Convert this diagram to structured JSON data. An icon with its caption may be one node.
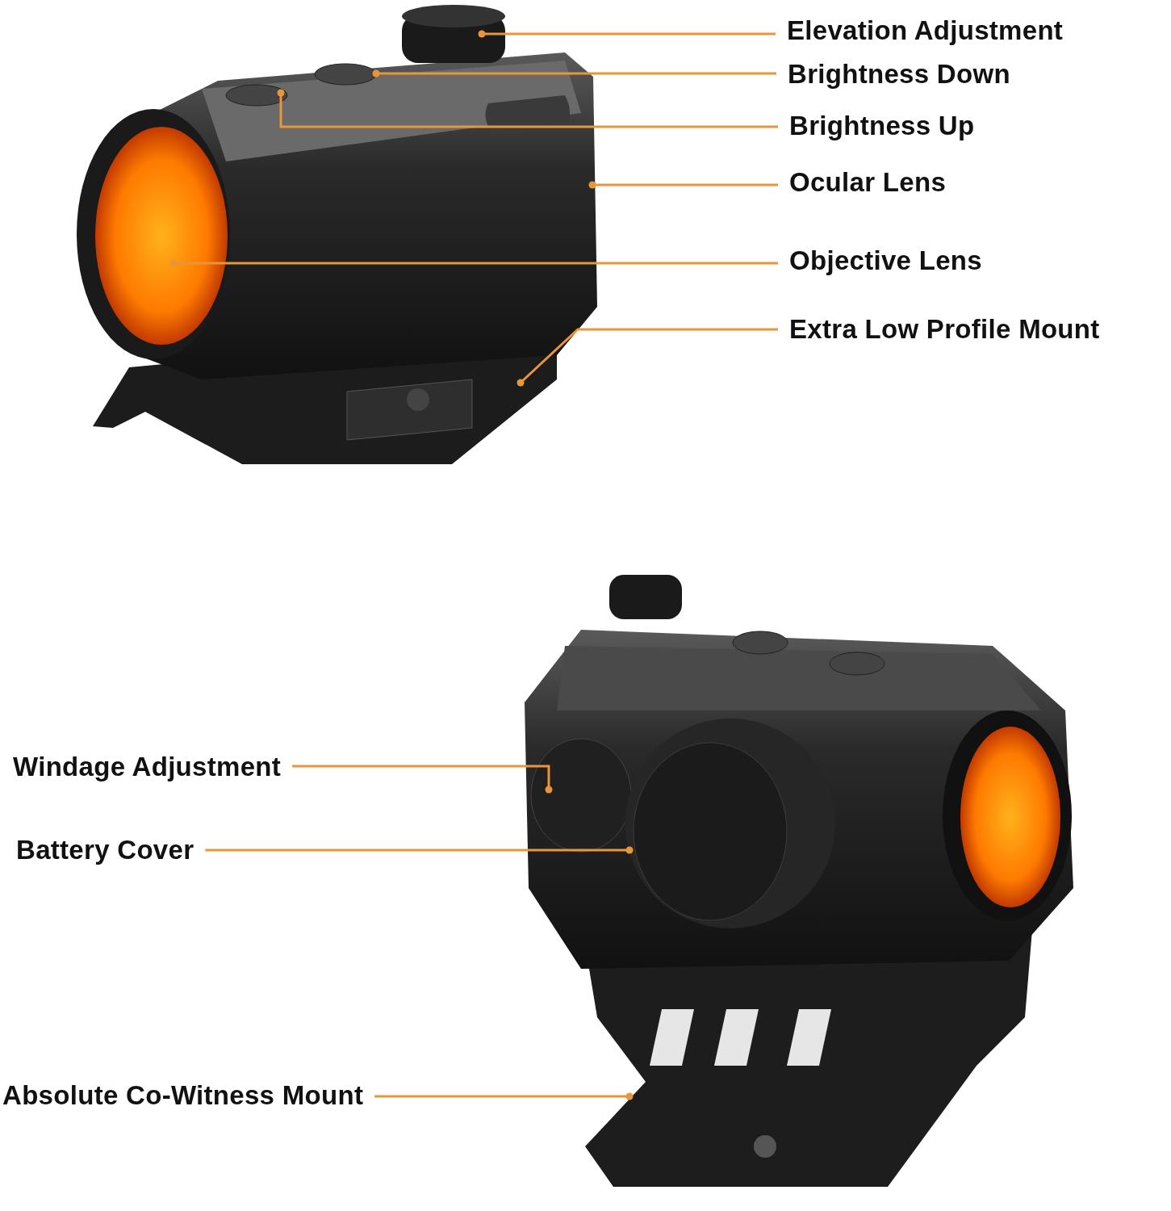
{
  "diagram": {
    "nodes": [
      {
        "text": [
          "Elevation Adjustment"
        ]
      },
      {
        "text": [
          "Brightness Down"
        ]
      },
      {
        "text": [
          "Brightness Up"
        ]
      },
      {
        "text": [
          "Ocular Lens"
        ]
      },
      {
        "text": [
          "Objective Lens"
        ]
      },
      {
        "text": [
          "Extra Low Profile Mount"
        ]
      },
      {
        "text": [
          "Windage Adjustment"
        ]
      },
      {
        "text": [
          "Battery Cover"
        ]
      },
      {
        "text": [
          "Absolute Co-Witness Mount"
        ]
      }
    ],
    "edges": [
      {
        "from": 0,
        "to": null,
        "arrow": "other"
      },
      {
        "from": 1,
        "to": null,
        "arrow": "other"
      },
      {
        "from": 2,
        "to": null,
        "arrow": "other"
      },
      {
        "from": 3,
        "to": null,
        "arrow": "other"
      },
      {
        "from": 4,
        "to": null,
        "arrow": "other"
      },
      {
        "from": 5,
        "to": null,
        "arrow": "other"
      },
      {
        "from": 6,
        "to": null,
        "arrow": "other"
      },
      {
        "from": 7,
        "to": null,
        "arrow": "other"
      },
      {
        "from": 8,
        "to": null,
        "arrow": "other"
      }
    ]
  }
}
